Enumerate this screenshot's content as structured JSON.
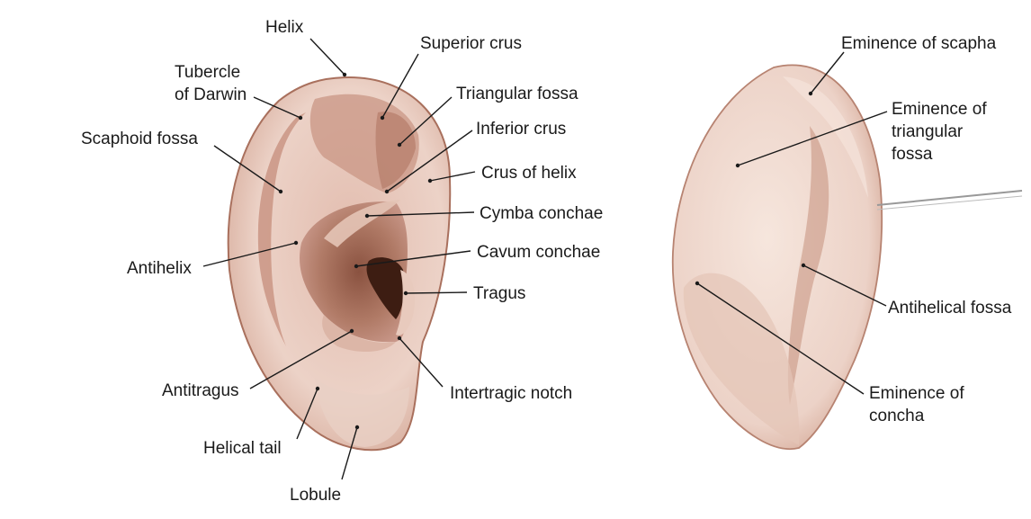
{
  "colors": {
    "skin": "#ecd2c7",
    "skin_light": "#f6e6dd",
    "shade": "#b98573",
    "deep": "#7b4a38",
    "canal": "#3d1d12",
    "ink": "#1a1a1a"
  },
  "front_view": {
    "labels": {
      "helix": "Helix",
      "superior_crus": "Superior crus",
      "tubercle_line1": "Tubercle",
      "tubercle_line2": "of Darwin",
      "triangular_fossa": "Triangular fossa",
      "inferior_crus": "Inferior crus",
      "scaphoid_fossa": "Scaphoid fossa",
      "crus_of_helix": "Crus of helix",
      "cymba_conchae": "Cymba conchae",
      "cavum_conchae": "Cavum conchae",
      "antihelix": "Antihelix",
      "tragus": "Tragus",
      "antitragus": "Antitragus",
      "intertragic_notch": "Intertragic notch",
      "helical_tail": "Helical tail",
      "lobule": "Lobule"
    }
  },
  "back_view": {
    "labels": {
      "eminence_scapha": "Eminence of scapha",
      "eminence_triangular_line1": "Eminence of",
      "eminence_triangular_line2": "triangular",
      "eminence_triangular_line3": "fossa",
      "antihelical_fossa": "Antihelical fossa",
      "eminence_concha_line1": "Eminence of",
      "eminence_concha_line2": "concha"
    }
  }
}
